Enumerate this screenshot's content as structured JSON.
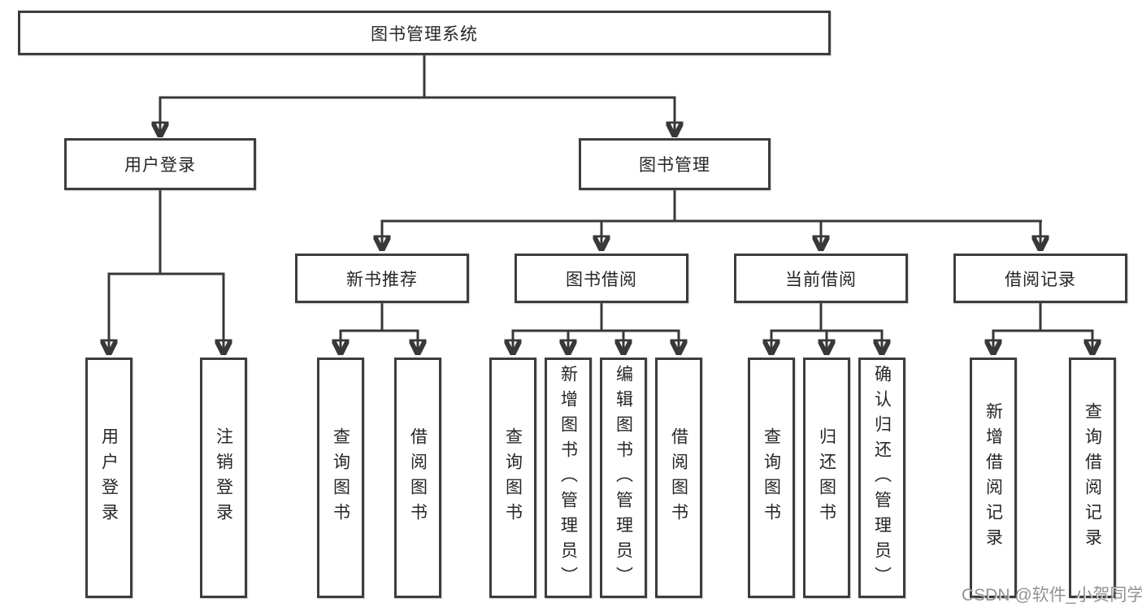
{
  "tree": {
    "root": {
      "label": "图书管理系统"
    },
    "branches": [
      {
        "label": "用户登录",
        "leaves": [
          {
            "label": "用户登录"
          },
          {
            "label": "注销登录"
          }
        ]
      },
      {
        "label": "图书管理",
        "groups": [
          {
            "label": "新书推荐",
            "leaves": [
              {
                "label": "查询图书"
              },
              {
                "label": "借阅图书"
              }
            ]
          },
          {
            "label": "图书借阅",
            "leaves": [
              {
                "label": "查询图书"
              },
              {
                "label": "新增图书（管理员）"
              },
              {
                "label": "编辑图书（管理员）"
              },
              {
                "label": "借阅图书"
              }
            ]
          },
          {
            "label": "当前借阅",
            "leaves": [
              {
                "label": "查询图书"
              },
              {
                "label": "归还图书"
              },
              {
                "label": "确认归还（管理员）"
              }
            ]
          },
          {
            "label": "借阅记录",
            "leaves": [
              {
                "label": "新增借阅记录"
              },
              {
                "label": "查询借阅记录"
              }
            ]
          }
        ]
      }
    ]
  },
  "watermark": {
    "text": "CSDN @软件_小贺同学"
  },
  "colors": {
    "line": "#383838",
    "border": "#3d3d3d",
    "text": "#262626",
    "watermark": "#8a8a8a",
    "background": "#ffffff"
  }
}
